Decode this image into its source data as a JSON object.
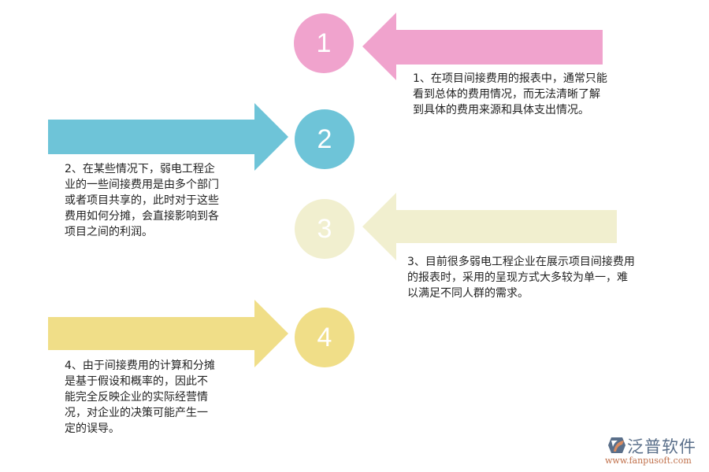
{
  "colors": {
    "step1": "#f0a3cd",
    "step2": "#6ec4d8",
    "step3": "#f1efcf",
    "step4": "#f0de88",
    "text": "#222222",
    "logo_blue": "#5a6f8a",
    "logo_orange": "#d98a5f"
  },
  "steps": [
    {
      "number": "1",
      "direction": "left",
      "text": "1、在项目间接费用的报表中，通常只能\n看到总体的费用情况，而无法清晰了解\n到具体的费用来源和具体支出情况。"
    },
    {
      "number": "2",
      "direction": "right",
      "text": "2、在某些情况下，弱电工程企\n业的一些间接费用是由多个部门\n或者项目共享的，此时对于这些\n费用如何分摊，会直接影响到各\n项目之间的利润。"
    },
    {
      "number": "3",
      "direction": "left",
      "text": "3、目前很多弱电工程企业在展示项目间接费用\n的报表时，采用的呈现方式大多较为单一，难\n以满足不同人群的需求。"
    },
    {
      "number": "4",
      "direction": "right",
      "text": "4、由于间接费用的计算和分摊\n是基于假设和概率的，因此不\n能完全反映企业的实际经营情\n况，对企业的决策可能产生一\n定的误导。"
    }
  ],
  "logo": {
    "name": "泛普软件",
    "url": "www.fanpusoft.com",
    "icon": "fanpu-logo-icon"
  }
}
